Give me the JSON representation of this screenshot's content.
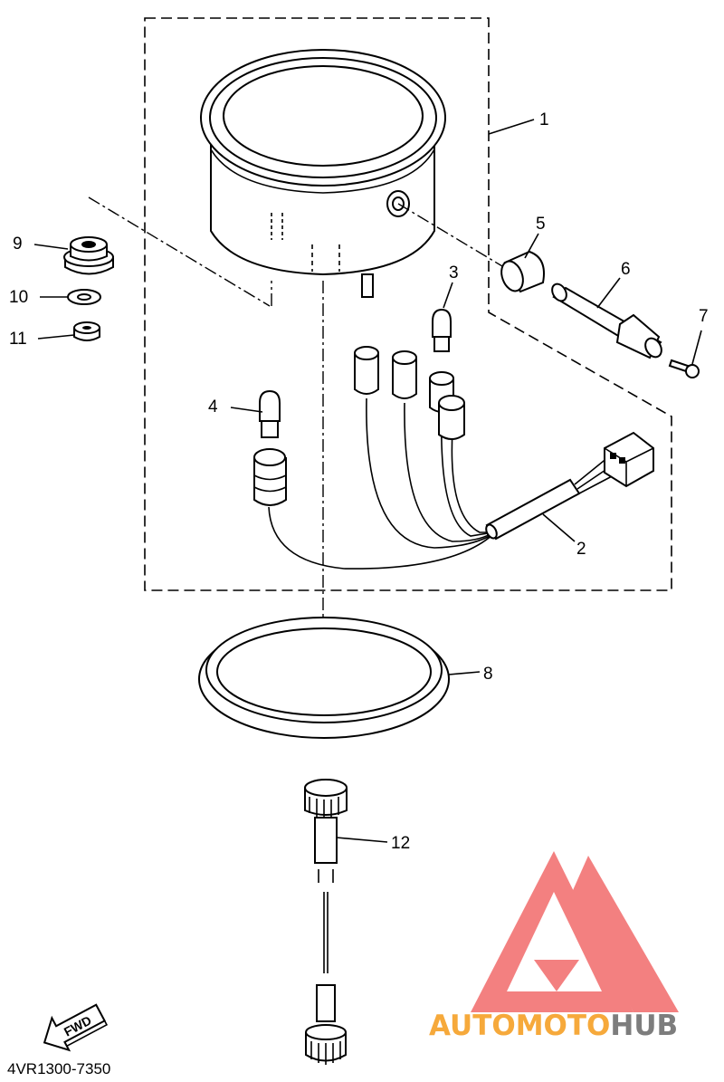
{
  "diagram": {
    "callouts": {
      "c1": "1",
      "c2": "2",
      "c3": "3",
      "c4": "4",
      "c5": "5",
      "c6": "6",
      "c7": "7",
      "c8": "8",
      "c9": "9",
      "c10": "10",
      "c11": "11",
      "c12": "12"
    },
    "part_code": "4VR1300-7350",
    "fwd_label": "FWD"
  },
  "watermark": {
    "text_orange": "AUTOMOTO",
    "text_gray": "HUB",
    "colors": {
      "logo": "#f26b6b",
      "orange": "#f6a93b",
      "gray": "#7d7d7d"
    }
  }
}
